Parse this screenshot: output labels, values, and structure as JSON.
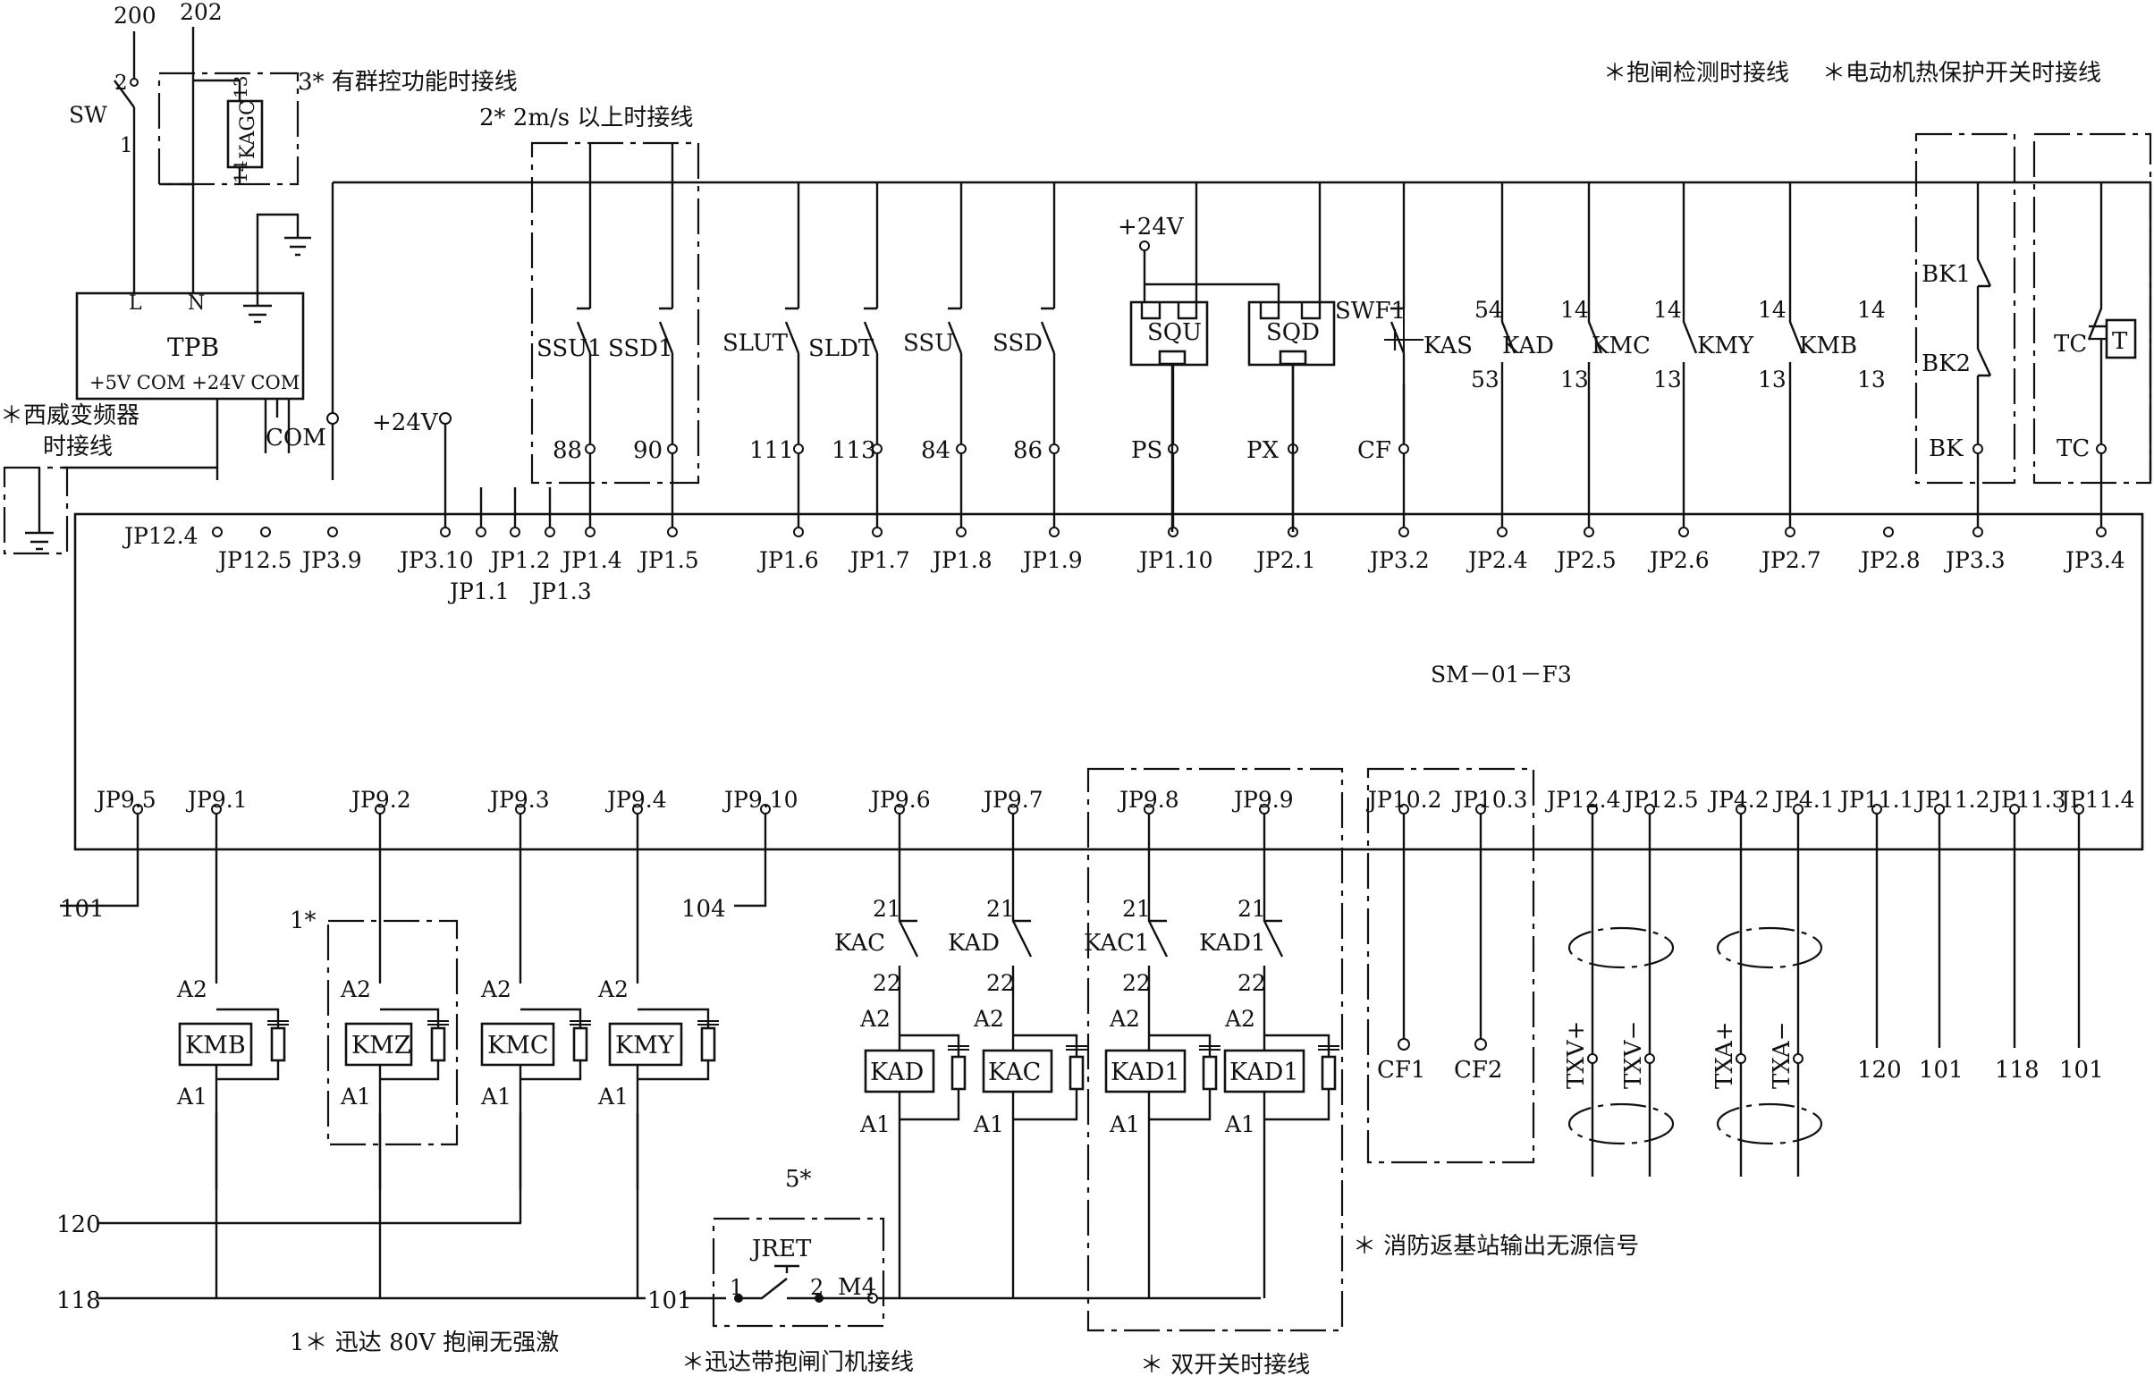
{
  "board": {
    "name": "SM－01－F3"
  },
  "top_notes": {
    "group_control": "3* 有群控功能时接线",
    "speed_2ms": "2* 2m/s 以上时接线",
    "brake_check": "＊抱闸检测时接线",
    "thermal": "＊电动机热保护开关时接线",
    "xiwei": "＊西威变频器",
    "xiwei2": "时接线"
  },
  "bottom_notes": {
    "xunda80v": "1＊ 迅达 80V 抱闸无强激",
    "xunda_door": "＊迅达带抱闸门机接线",
    "double_door": "＊ 双开关时接线",
    "fire_return": "＊ 消防返基站输出无源信号",
    "five_star": "5*",
    "one_star": "1*"
  },
  "supply": {
    "w200": "200",
    "w202": "202",
    "sw": "SW",
    "sw_p2": "2",
    "sw_p1": "1",
    "kagc": "KAGC",
    "kagc_13": "13",
    "kagc_14": "14",
    "tpb": "TPB",
    "L": "L",
    "N": "N",
    "tpb_pins": "+5V  COM  +24V  COM",
    "com": "COM",
    "p24": "+24V",
    "p24b": "+24V"
  },
  "top_terminals": [
    "JP12.4",
    "JP12.5",
    "JP3.9",
    "JP3.10",
    "JP1.1",
    "JP1.2",
    "JP1.3",
    "JP1.4",
    "JP1.5",
    "JP1.6",
    "JP1.7",
    "JP1.8",
    "JP1.9",
    "JP1.10",
    "JP2.1",
    "JP3.2",
    "JP2.4",
    "JP2.5",
    "JP2.6",
    "JP2.7",
    "JP2.8",
    "JP3.3",
    "JP3.4"
  ],
  "top_devices": {
    "ssu1": "SSU1",
    "ssd1": "SSD1",
    "slut": "SLUT",
    "sldt": "SLDT",
    "ssu": "SSU",
    "ssd": "SSD",
    "squ": "SQU",
    "sqd": "SQD",
    "swf1": "SWF1",
    "kas": "KAS",
    "kad": "KAD",
    "kmc": "KMC",
    "kmy": "KMY",
    "kmb": "KMB",
    "bk1": "BK1",
    "bk2": "BK2",
    "bk": "BK",
    "tc": "TC",
    "tc2": "TC",
    "t": "T",
    "n88": "88",
    "n90": "90",
    "n111": "111",
    "n113": "113",
    "n84": "84",
    "n86": "86",
    "ps": "PS",
    "px": "PX",
    "cf": "CF",
    "kas54": "54",
    "kas53": "53",
    "c14a": "14",
    "c14b": "14",
    "c14c": "14",
    "c14d": "14",
    "c13a": "13",
    "c13b": "13",
    "c13c": "13",
    "c13d": "13"
  },
  "bottom_terminals": [
    "JP9.5",
    "JP9.1",
    "JP9.2",
    "JP9.3",
    "JP9.4",
    "JP9.10",
    "JP9.6",
    "JP9.7",
    "JP9.8",
    "JP9.9",
    "JP10.2",
    "JP10.3",
    "JP12.4",
    "JP12.5",
    "JP4.2",
    "JP4.1",
    "JP11.1",
    "JP11.2",
    "JP11.3",
    "JP11.4"
  ],
  "bottom_devices": {
    "w101a": "101",
    "w104": "104",
    "kmb": "KMB",
    "kmz": "KMZ",
    "kmc": "KMC",
    "kmy": "KMY",
    "a2": "A2",
    "a1": "A1",
    "kac": "KAC",
    "kad": "KAD",
    "kac1": "KAC1",
    "kad1": "KAD1",
    "n21": "21",
    "n22": "22",
    "cf1": "CF1",
    "cf2": "CF2",
    "txv_p": "TXV+",
    "txv_n": "TXV−",
    "txa_p": "TXA+",
    "txa_n": "TXA−",
    "w120b": "120",
    "w101b": "101",
    "w118b": "118",
    "w101c": "101",
    "w120": "120",
    "w118": "118",
    "w101d": "101",
    "jret": "JRET",
    "j1": "1",
    "j2": "2",
    "m4": "M4"
  }
}
